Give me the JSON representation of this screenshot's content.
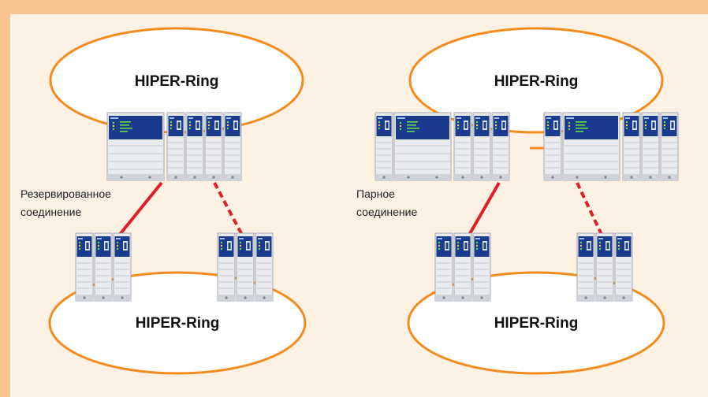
{
  "colors": {
    "background": "#fdf1e4",
    "border": "#f6c391",
    "ring_fill": "#ffffff",
    "ring_stroke": "#f28c1e",
    "link": "#e02028",
    "module_blue": "#1b3b8f",
    "module_body": "#e9ebee"
  },
  "diagrams": [
    {
      "id": "left",
      "top_ring_label": "HIPER-Ring",
      "bottom_ring_label": "HIPER-Ring",
      "connection_label_line1": "Резервированное",
      "connection_label_line2": "соединение",
      "links": [
        {
          "style": "solid"
        },
        {
          "style": "dashed"
        }
      ]
    },
    {
      "id": "right",
      "top_ring_label": "HIPER-Ring",
      "bottom_ring_label": "HIPER-Ring",
      "connection_label_line1": "Парное",
      "connection_label_line2": "соединение",
      "links": [
        {
          "style": "solid"
        },
        {
          "style": "dashed"
        },
        {
          "style": "solid"
        }
      ]
    }
  ]
}
